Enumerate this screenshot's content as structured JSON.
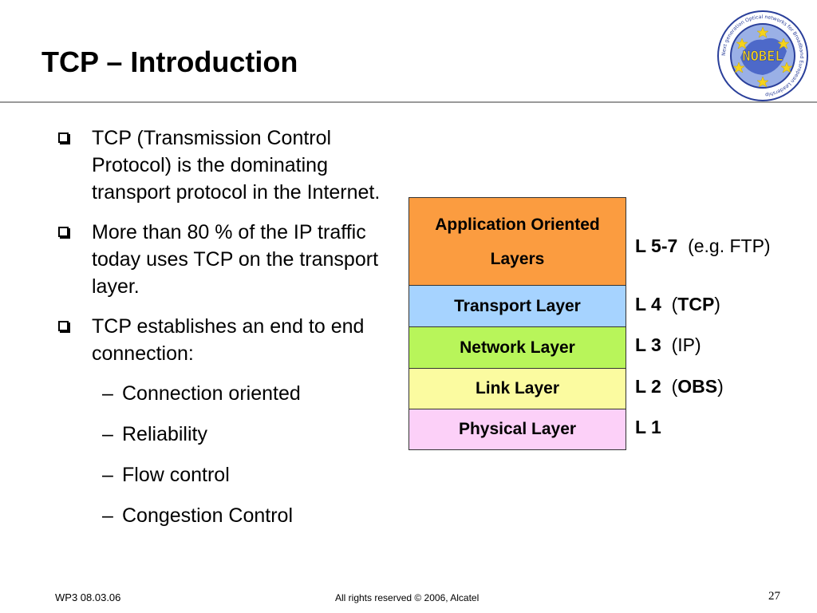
{
  "slide": {
    "title": "TCP – Introduction",
    "logo": {
      "icon": "nobel-logo-icon",
      "text": "NOBEL",
      "ring_text": "Next generation Optical networks for Broadband European Leadership"
    }
  },
  "bullets": [
    {
      "text": "TCP (Transmission Control Protocol) is the dominating transport protocol in the Internet."
    },
    {
      "text": "More than 80 % of the IP traffic today uses TCP on the transport layer."
    },
    {
      "text": "TCP establishes an end to end connection:"
    }
  ],
  "sub_bullets": [
    {
      "dash": "–",
      "text": "Connection oriented"
    },
    {
      "dash": "–",
      "text": "Reliability"
    },
    {
      "dash": "–",
      "text": "Flow control"
    },
    {
      "dash": "–",
      "text": "Congestion Control"
    }
  ],
  "layers": [
    {
      "name_line1": "Application Oriented",
      "name_line2": "Layers",
      "color": "#fb9c40"
    },
    {
      "name": "Transport Layer",
      "color": "#a6d3ff"
    },
    {
      "name": "Network Layer",
      "color": "#b8f55a"
    },
    {
      "name": "Link Layer",
      "color": "#fbfba0"
    },
    {
      "name": "Physical Layer",
      "color": "#fcd0f8"
    }
  ],
  "layer_numbers": [
    {
      "level": "L 5-7",
      "open": "(e.g. FTP)",
      "bold": "",
      "close": ""
    },
    {
      "level": "L 4",
      "open": "(",
      "bold": "TCP",
      "close": ")"
    },
    {
      "level": "L 3",
      "open": "(IP)",
      "bold": "",
      "close": ""
    },
    {
      "level": "L 2",
      "open": "(",
      "bold": "OBS",
      "close": ")"
    },
    {
      "level": "L 1",
      "open": "",
      "bold": "",
      "close": ""
    }
  ],
  "footer": {
    "left": "WP3 08.03.06",
    "center": "All rights reserved © 2006, Alcatel",
    "page": "27"
  }
}
